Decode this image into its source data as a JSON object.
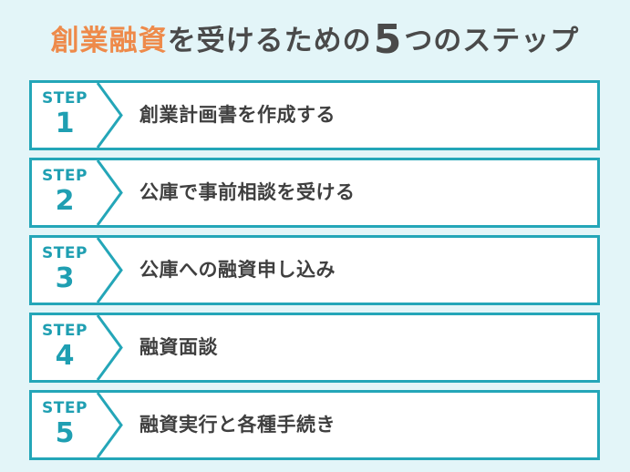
{
  "title": {
    "accent": "創業融資",
    "middle": "を受けるための",
    "number": "5",
    "end": "つのステップ"
  },
  "colors": {
    "background": "#e3f5f8",
    "border": "#24a6b8",
    "step_text": "#1f9fb2",
    "accent": "#ee8a4a",
    "text": "#3f3f3f"
  },
  "steps": [
    {
      "step": "STEP",
      "number": "1",
      "label": "創業計画書を作成する"
    },
    {
      "step": "STEP",
      "number": "2",
      "label": "公庫で事前相談を受ける"
    },
    {
      "step": "STEP",
      "number": "3",
      "label": "公庫への融資申し込み"
    },
    {
      "step": "STEP",
      "number": "4",
      "label": "融資面談"
    },
    {
      "step": "STEP",
      "number": "5",
      "label": "融資実行と各種手続き"
    }
  ]
}
